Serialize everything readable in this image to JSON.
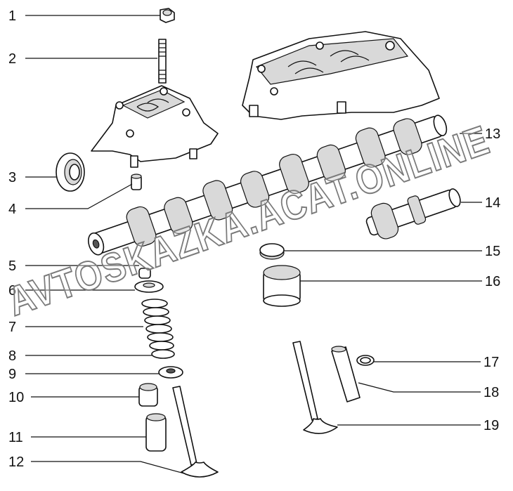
{
  "diagram": {
    "labels_left": [
      "1",
      "2",
      "3",
      "4",
      "5",
      "6",
      "7",
      "8",
      "9",
      "10",
      "11",
      "12"
    ],
    "labels_right": [
      "13",
      "14",
      "15",
      "16",
      "17",
      "18",
      "19"
    ]
  },
  "watermark": "AVTOSKAZKA.ACAT.ONLINE"
}
